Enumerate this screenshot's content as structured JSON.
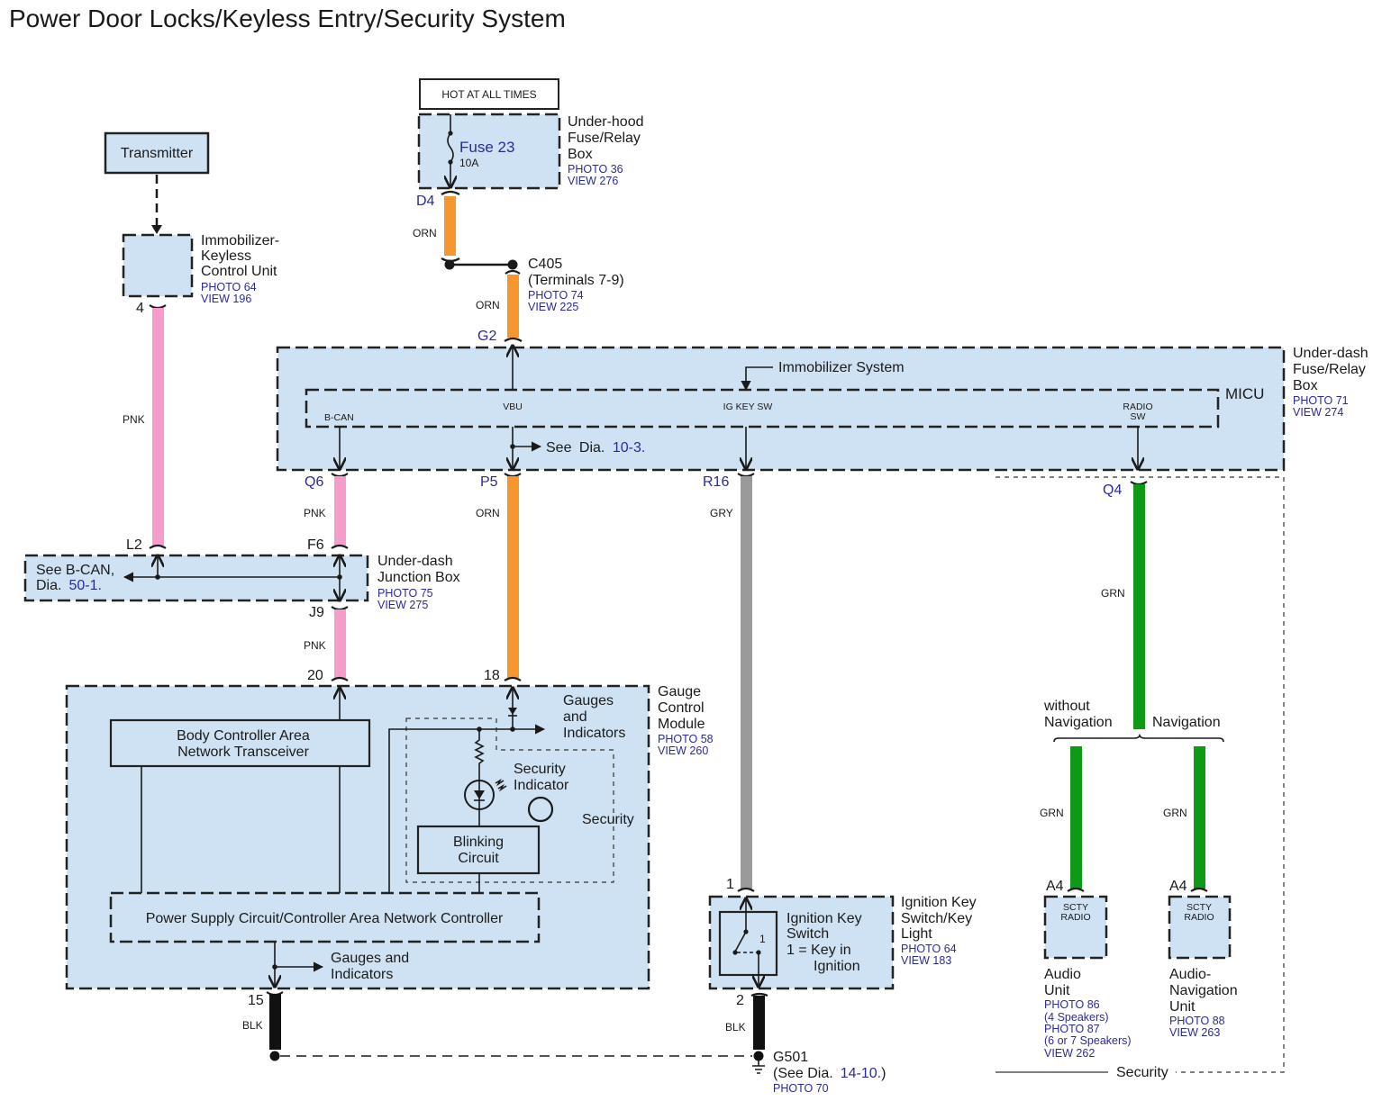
{
  "title": "Power Door Locks/Keyless Entry/Security System",
  "colors": {
    "component_fill": "#cfe2f3",
    "reference_text": "#2a2aa0",
    "wire_pink": "#f59ccb",
    "wire_orange": "#f5962e",
    "wire_gray": "#9a9a9a",
    "wire_green": "#0e9a17",
    "wire_black": "#111111"
  },
  "power_source": {
    "label": "HOT AT ALL TIMES"
  },
  "components": {
    "transmitter": {
      "name": "Transmitter"
    },
    "immobilizer_unit": {
      "name_lines": [
        "Immobilizer-",
        "Keyless",
        "Control Unit"
      ],
      "refs": [
        "PHOTO 64",
        "VIEW 196"
      ],
      "pin": "4"
    },
    "underhood_box": {
      "name_lines": [
        "Under-hood",
        "Fuse/Relay",
        "Box"
      ],
      "refs": [
        "PHOTO 36",
        "VIEW 276"
      ],
      "fuse_name": "Fuse 23",
      "fuse_rating": "10A",
      "pin": "D4"
    },
    "c405": {
      "name_lines": [
        "C405",
        "(Terminals 7-9)"
      ],
      "refs": [
        "PHOTO 74",
        "VIEW 225"
      ]
    },
    "underdash_box": {
      "name_lines": [
        "Under-dash",
        "Fuse/Relay",
        "Box"
      ],
      "refs": [
        "PHOTO 71",
        "VIEW 274"
      ],
      "inner_name": "MICU",
      "immobilizer_note": "Immobilizer System",
      "see_note_prefix": "See",
      "see_note_dia": "Dia.",
      "see_note_ref": "10-3.",
      "pin_in": "G2",
      "terminals": [
        "B-CAN",
        "VBU",
        "IG KEY SW",
        "RADIO",
        "SW"
      ],
      "pins_out": [
        "Q6",
        "P5",
        "R16",
        "Q4"
      ]
    },
    "junction_box": {
      "name_lines": [
        "Under-dash",
        "Junction Box"
      ],
      "refs": [
        "PHOTO 75",
        "VIEW 275"
      ],
      "see_lines": [
        "See B-CAN,",
        "Dia."
      ],
      "see_ref": "50-1.",
      "pins": [
        "L2",
        "F6",
        "J9"
      ]
    },
    "gauge_module": {
      "name_lines": [
        "Gauge",
        "Control",
        "Module"
      ],
      "refs": [
        "PHOTO 58",
        "VIEW 260"
      ],
      "pins": [
        "20",
        "18",
        "15"
      ],
      "transceiver_lines": [
        "Body Controller Area",
        "Network Transceiver"
      ],
      "power_supply": "Power Supply Circuit/Controller Area Network Controller",
      "gauges_top_lines": [
        "Gauges",
        "and",
        "Indicators"
      ],
      "gauges_bottom_lines": [
        "Gauges and",
        "Indicators"
      ],
      "security_indicator_lines": [
        "Security",
        "Indicator"
      ],
      "security_label": "Security",
      "blinking_lines": [
        "Blinking",
        "Circuit"
      ]
    },
    "ignition_switch": {
      "name_lines": [
        "Ignition Key",
        "Switch/Key",
        "Light"
      ],
      "refs": [
        "PHOTO 64",
        "VIEW 183"
      ],
      "inner_lines": [
        "Ignition Key",
        "Switch",
        "1 = Key in",
        "Ignition"
      ],
      "switch_pos": "1",
      "pins": [
        "1",
        "2"
      ]
    },
    "ground": {
      "name": "G501",
      "see_prefix": "(See Dia.",
      "see_ref": "14-10.",
      "see_suffix": ")",
      "refs": [
        "PHOTO 70"
      ]
    },
    "security_group": {
      "label": "Security",
      "without_nav": [
        "without",
        "Navigation"
      ],
      "with_nav": "Navigation",
      "audio_unit": {
        "pin": "A4",
        "terminal_lines": [
          "SCTY",
          "RADIO"
        ],
        "name_lines": [
          "Audio",
          "Unit"
        ],
        "refs": [
          "PHOTO 86",
          "(4 Speakers)",
          "PHOTO 87",
          "(6 or 7 Speakers)",
          "VIEW 262"
        ]
      },
      "nav_unit": {
        "pin": "A4",
        "terminal_lines": [
          "SCTY",
          "RADIO"
        ],
        "name_lines": [
          "Audio-",
          "Navigation",
          "Unit"
        ],
        "refs": [
          "PHOTO 88",
          "VIEW 263"
        ]
      }
    }
  },
  "wires": {
    "immobilizer_to_junction": "PNK",
    "fuse_to_c405": "ORN",
    "c405_to_micu": "ORN",
    "micu_to_junction": "PNK",
    "junction_to_gauge": "PNK",
    "micu_to_gauge": "ORN",
    "micu_to_ignition": "GRY",
    "micu_to_radio": "GRN",
    "radio_branch_audio": "GRN",
    "radio_branch_nav": "GRN",
    "gauge_ground": "BLK",
    "ignition_ground": "BLK"
  }
}
